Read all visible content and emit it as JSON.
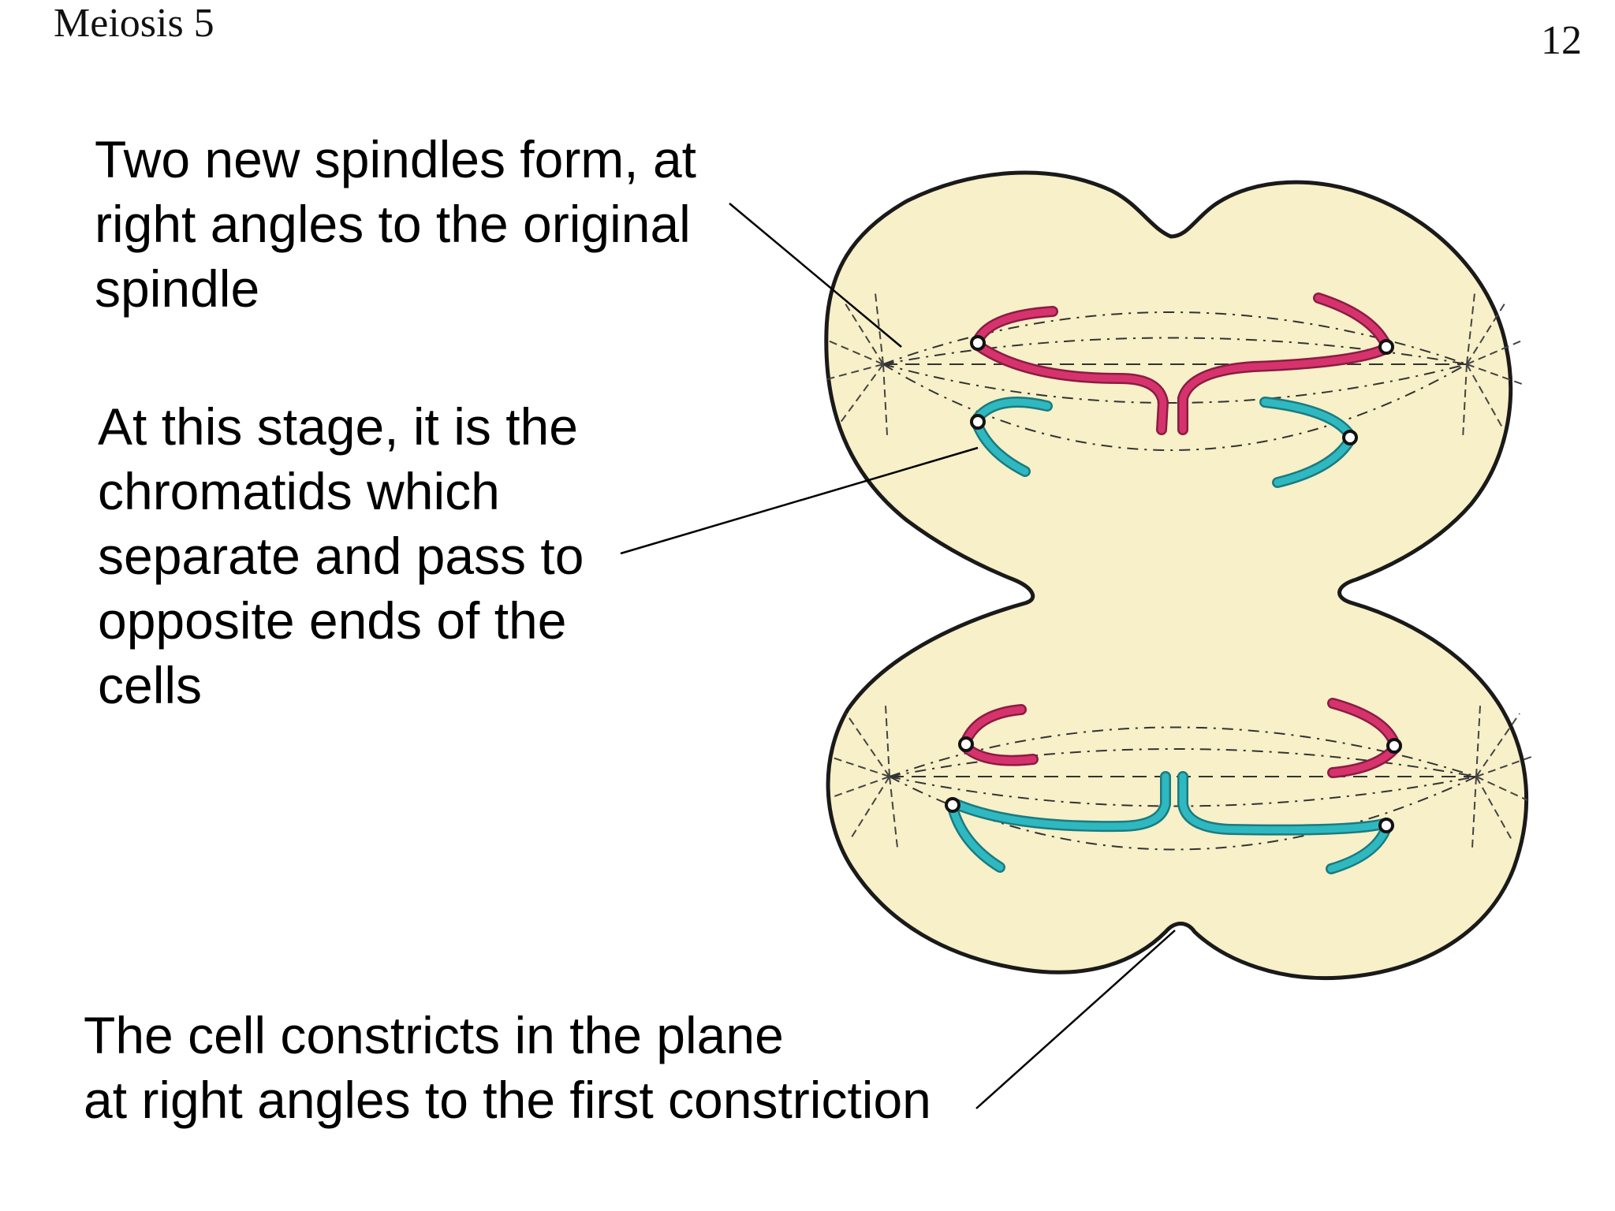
{
  "header": {
    "title": "Meiosis 5",
    "page_number": "12"
  },
  "captions": {
    "spindles": [
      "Two new spindles form, at",
      "right angles to the original",
      "spindle"
    ],
    "chromatids": [
      "At this stage, it is the",
      "chromatids which",
      "separate and pass to",
      "opposite ends of the",
      "cells"
    ],
    "constriction": [
      "The cell constricts in the plane",
      "at right angles to the first constriction"
    ]
  },
  "colors": {
    "cell_fill": "#f7f0c8",
    "cell_outline": "#1a1a1a",
    "chromatid_red": "#d6336c",
    "chromatid_teal": "#2fb8bf",
    "leader_line": "#000000"
  }
}
